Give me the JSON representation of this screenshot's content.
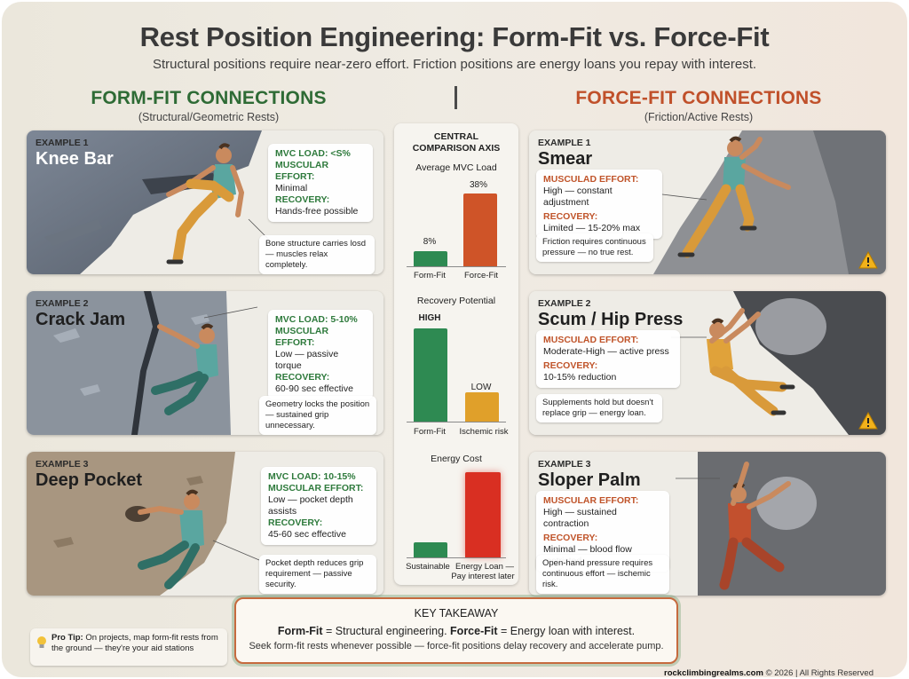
{
  "title": "Rest Position Engineering: Form-Fit vs. Force-Fit",
  "subtitle": "Structural positions require near-zero effort. Friction positions are energy loans you repay with interest.",
  "left_header": {
    "title": "FORM-FIT CONNECTIONS",
    "sub": "(Structural/Geometric Rests)"
  },
  "right_header": {
    "title": "FORCE-FIT CONNECTIONS",
    "sub": "(Friction/Active Rests)"
  },
  "form_fit": [
    {
      "example": "EXAMPLE 1",
      "name": "Knee Bar",
      "mvc_label": "MVC LOAD:",
      "mvc": "<S%",
      "effort_label": "MUSCULAR EFFORT:",
      "effort": "Minimal",
      "recovery_label": "RECOVERY:",
      "recovery": "Hands-free possible",
      "note": "Bone structure carries losd — muscles relax completely."
    },
    {
      "example": "EXAMPLE 2",
      "name": "Crack Jam",
      "mvc_label": "MVC LOAD:",
      "mvc": "5-10%",
      "effort_label": "MUSCULAR EFFORT:",
      "effort": "Low — passive torque",
      "recovery_label": "RECOVERY:",
      "recovery": "60-90 sec effective",
      "note": "Geometry locks the position — sustained grip unnecessary."
    },
    {
      "example": "EXAMPLE 3",
      "name": "Deep Pocket",
      "mvc_label": "MVC LOAD:",
      "mvc": "10-15%",
      "effort_label": "MUSCULAR EFFORT:",
      "effort": "Low — pocket depth assists",
      "recovery_label": "RECOVERY:",
      "recovery": "45-60 sec effective",
      "note": "Pocket depth reduces grip requirement — passive security."
    }
  ],
  "force_fit": [
    {
      "example": "EXAMPLE 1",
      "name": "Smear",
      "effort_label": "MUSCULAD EFFORT:",
      "effort": "High — constant adjustment",
      "recovery_label": "RECOVERY:",
      "recovery": "Limited — 15-20% max",
      "note": "Friction requires continuous pressure — no true rest."
    },
    {
      "example": "EXAMPLE 2",
      "name": "Scum / Hip Press",
      "effort_label": "MUSCULAD EFFORT:",
      "effort": "Moderate-High — active press",
      "recovery_label": "RECOVERY:",
      "recovery": "10-15% reduction",
      "note": "Supplements hold but doesn't replace grip — energy loan."
    },
    {
      "example": "EXAMPLE 3",
      "name": "Sloper Palm",
      "effort_label": "MUSCULAR EFFORT:",
      "effort": "High — sustained contraction",
      "recovery_label": "RECOVERY:",
      "recovery": "Minimal — blood flow restricted",
      "note": "Open-hand pressure requires continuous effort — ischemic risk."
    }
  ],
  "center": {
    "title_line1": "CENTRAL",
    "title_line2": "COMPARISON AXIS",
    "mvc": {
      "label": "Average MVC Load",
      "categories": [
        "Form-Fit",
        "Force-Fit"
      ],
      "values": [
        "8%",
        "38%"
      ],
      "levels": [
        8,
        38
      ]
    },
    "recovery": {
      "label": "Recovery Potential",
      "categories": [
        "Form-Fit",
        "Ischemic risk"
      ],
      "values": [
        "HIGH",
        "LOW"
      ],
      "levels": [
        0.95,
        0.3
      ]
    },
    "energy": {
      "label": "Energy Cost",
      "categories": [
        "Sustainable",
        "Energy Loan —",
        "Pay interest later"
      ],
      "levels": [
        0.18,
        1.0
      ]
    }
  },
  "takeaway": {
    "heading": "KEY TAKEAWAY",
    "line1_a": "Form-Fit",
    "line1_b": " = Structural engineering. ",
    "line1_c": "Force-Fit",
    "line1_d": " = Energy loan with interest.",
    "line2": "Seek form-fit rests whenever possible — force-fit positions delay recovery and accelerate pump."
  },
  "tip": {
    "label": "Pro Tip:",
    "text": " On projects, map form-fit rests from the ground — they're your aid stations"
  },
  "credit": {
    "site": "rockclimbingrealms.com",
    "rest": " © 2026 | All Rights Reserved"
  },
  "colors": {
    "green": "#2e7a3c",
    "orange": "#c0542a",
    "red": "#d23a25",
    "amber": "#e09a2a"
  }
}
